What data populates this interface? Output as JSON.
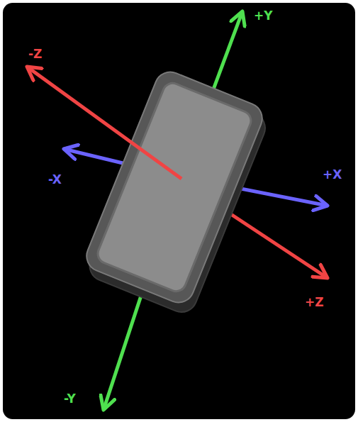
{
  "diagram": {
    "labels": [
      "-Z",
      "+Y",
      "-X",
      "+X",
      "+Z",
      "-Y"
    ]
  }
}
